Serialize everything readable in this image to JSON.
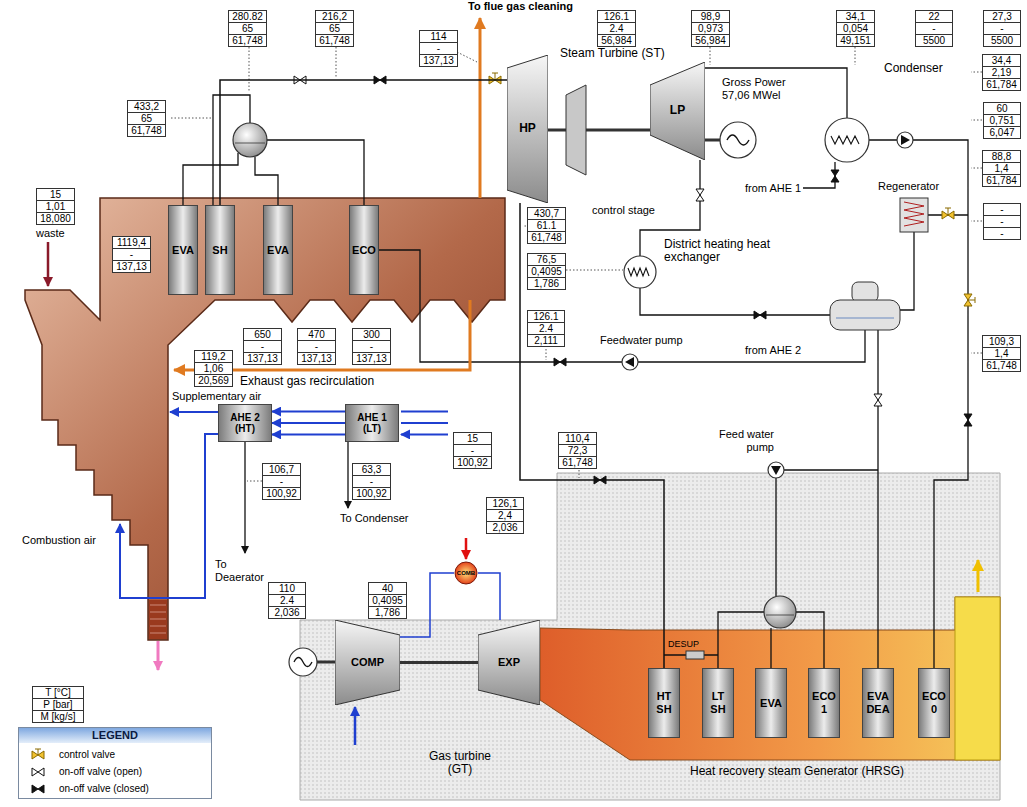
{
  "diagram": {
    "nodes": [
      {
        "text": [
          "280.82",
          "65",
          "61,748"
        ]
      },
      {
        "text": [
          "216,2",
          "65",
          "61,748"
        ]
      },
      {
        "text": [
          "114",
          "-",
          "137,13"
        ]
      },
      {
        "text": [
          "126.1",
          "2.4",
          "56,984"
        ]
      },
      {
        "text": [
          "98,9",
          "0,973",
          "56,984"
        ]
      },
      {
        "text": [
          "34,1",
          "0,054",
          "49,151"
        ]
      },
      {
        "text": [
          "22",
          "-",
          "5500"
        ]
      },
      {
        "text": [
          "27,3",
          "-",
          "5500"
        ]
      },
      {
        "text": [
          "34,4",
          "2,19",
          "61,784"
        ]
      },
      {
        "text": [
          "60",
          "0,751",
          "6,047"
        ]
      },
      {
        "text": [
          "88,8",
          "1,4",
          "61,784"
        ]
      },
      {
        "text": [
          "-",
          "-",
          "-"
        ]
      },
      {
        "text": [
          "433,2",
          "65",
          "61,748"
        ]
      },
      {
        "text": [
          "HP"
        ]
      },
      {
        "text": [
          "LP"
        ]
      },
      {
        "text": [
          "15",
          "1,01",
          "18,080"
        ]
      },
      {
        "text": [
          "EVA"
        ]
      },
      {
        "text": [
          "SH"
        ]
      },
      {
        "text": [
          "EVA"
        ]
      },
      {
        "text": [
          "ECO"
        ]
      },
      {
        "text": [
          "430,7",
          "61.1",
          "61,748"
        ]
      },
      {
        "text": [
          "1119,4",
          "-",
          "137,13"
        ]
      },
      {
        "text": [
          "76,5",
          "0,4095",
          "1,786"
        ]
      },
      {
        "text": [
          "126.1",
          "2.4",
          "2,111"
        ]
      },
      {
        "text": [
          "650",
          "-",
          "137,13"
        ]
      },
      {
        "text": [
          "470",
          "-",
          "137,13"
        ]
      },
      {
        "text": [
          "300",
          "-",
          "137,13"
        ]
      },
      {
        "text": [
          "119,2",
          "1,06",
          "20,569"
        ]
      },
      {
        "text": [
          "109,3",
          "1,4",
          "61,748"
        ]
      },
      {
        "text": [
          "AHE 2 (HT)"
        ]
      },
      {
        "text": [
          "AHE 1 (LT)"
        ]
      },
      {
        "text": [
          "15",
          "-",
          "100,92"
        ]
      },
      {
        "text": [
          "110,4",
          "72,3",
          "61,748"
        ]
      },
      {
        "text": [
          "106,7",
          "-",
          "100,92"
        ]
      },
      {
        "text": [
          "63,3",
          "-",
          "100,92"
        ]
      },
      {
        "text": [
          "126,1",
          "2,4",
          "2,036"
        ]
      },
      {
        "text": [
          "COMB"
        ]
      },
      {
        "text": [
          "110",
          "2.4",
          "2,036"
        ]
      },
      {
        "text": [
          "40",
          "0,4095",
          "1,786"
        ]
      },
      {
        "text": [
          "COMP"
        ]
      },
      {
        "text": [
          "EXP"
        ]
      },
      {
        "text": [
          "HT SH"
        ]
      },
      {
        "text": [
          "LT SH"
        ]
      },
      {
        "text": [
          "EVA"
        ]
      },
      {
        "text": [
          "ECO 1"
        ]
      },
      {
        "text": [
          "EVA DEA"
        ]
      },
      {
        "text": [
          "ECO 0"
        ]
      },
      {
        "text": [
          "T [°C]",
          "P [bar]",
          "M [kg/s]"
        ]
      }
    ],
    "edges": [
      {
        "from": 17,
        "to": 13,
        "arrow": "none"
      },
      {
        "from": 41,
        "to": 13,
        "arrow": "none"
      },
      {
        "from": 30,
        "to": 29,
        "arrow": "to"
      },
      {
        "from": 30,
        "to": 29,
        "arrow": "to"
      },
      {
        "from": 30,
        "to": 29,
        "arrow": "to"
      },
      {
        "from": 39,
        "to": 36,
        "arrow": "none"
      },
      {
        "from": 36,
        "to": 40,
        "arrow": "none"
      },
      {
        "from": 39,
        "to": 40,
        "arrow": "none"
      }
    ],
    "labels": [
      "To flue gas cleaning",
      "Steam Turbine (ST)",
      "Gross Power 57,06 MWel",
      "Condenser",
      "waste",
      "control stage",
      "from AHE 1",
      "Regenerator",
      "District heating heat exchanger",
      "Feedwater pump",
      "from AHE 2",
      "Exhaust gas recirculation",
      "Supplementary air",
      "Combustion air",
      "To Deaerator",
      "To Condenser",
      "Feed water pump",
      "DESUP",
      "Gas turbine (GT)",
      "Heat recovery steam Generator (HRSG)",
      "LEGEND"
    ],
    "legend": [
      {
        "text": "control valve"
      },
      {
        "text": "on-off valve (open)"
      },
      {
        "text": "on-off valve (closed)"
      }
    ]
  }
}
